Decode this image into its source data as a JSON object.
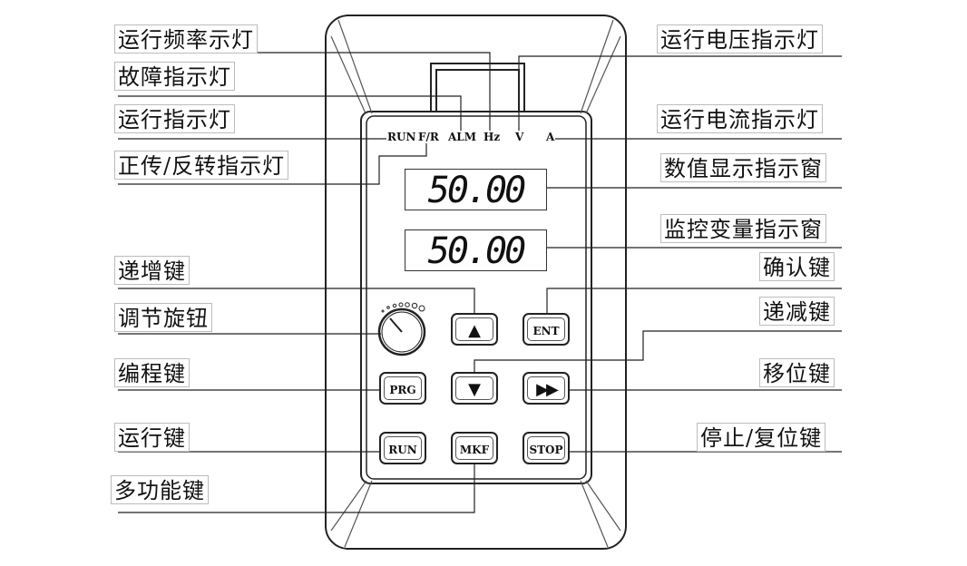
{
  "labels": {
    "run_freq_indicator": "运行频率示灯",
    "fault_indicator": "故障指示灯",
    "run_indicator": "运行指示灯",
    "fwd_rev_indicator": "正传/反转指示灯",
    "increment_key": "递增键",
    "knob": "调节旋钮",
    "program_key": "编程键",
    "run_key": "运行键",
    "multi_key": "多功能键",
    "run_voltage_indicator": "运行电压指示灯",
    "run_current_indicator": "运行电流指示灯",
    "value_display": "数值显示指示窗",
    "monitor_display": "监控变量指示窗",
    "confirm_key": "确认键",
    "decrement_key": "递减键",
    "shift_key": "移位键",
    "stop_reset_key": "停止/复位键"
  },
  "indicators": {
    "run": "RUN",
    "fr": "F/R",
    "alm": "ALM",
    "hz": "Hz",
    "v": "V",
    "a": "A"
  },
  "displays": {
    "value": "50.00",
    "monitor": "50.00"
  },
  "keys": {
    "up": "▲",
    "ent": "ENT",
    "down": "▼",
    "prg": "PRG",
    "shift": "▶▶",
    "run": "RUN",
    "mkf": "MKF",
    "stop": "STOP"
  },
  "icons": {
    "up_arrow": "triangle-up",
    "down_arrow": "triangle-down",
    "shift_arrows": "double-triangle-right"
  }
}
